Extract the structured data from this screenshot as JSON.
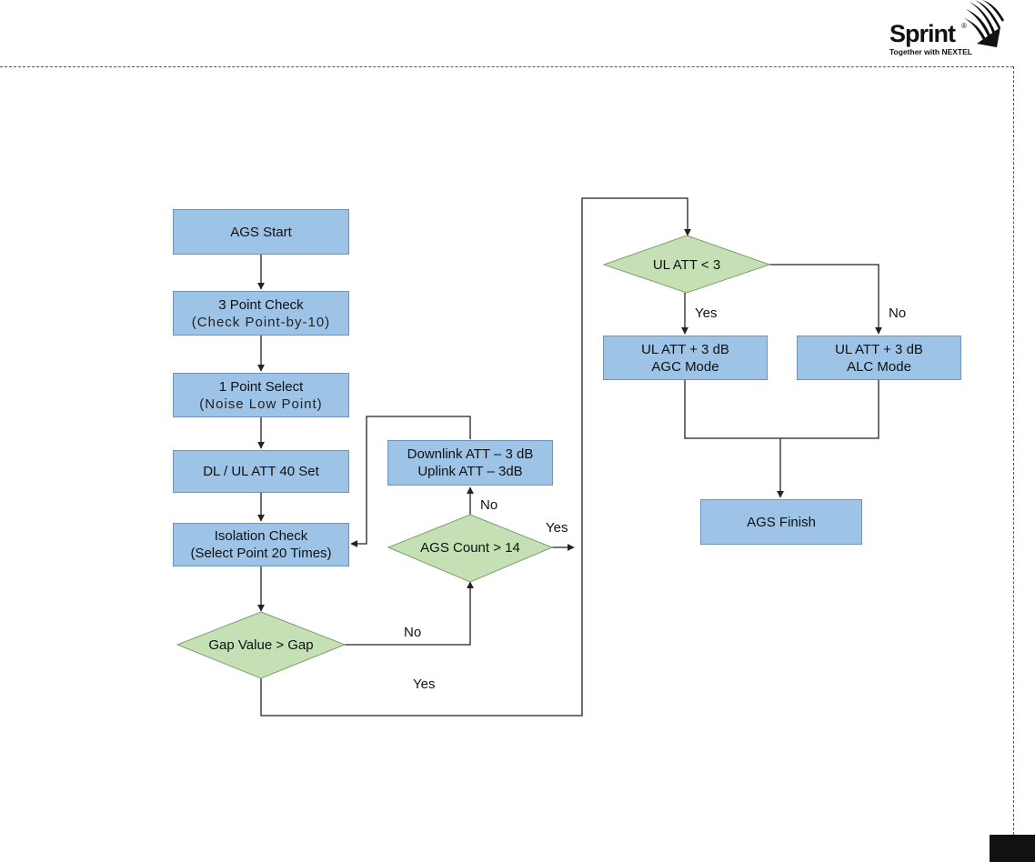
{
  "brand": {
    "name": "Sprint",
    "registered": "®",
    "tagline": "Together with NEXTEL"
  },
  "flowchart": {
    "nodes": {
      "ags_start": "AGS Start",
      "three_point_check": {
        "line1": "3 Point Check",
        "line2": "(Check Point-by-10)"
      },
      "one_point_select": {
        "line1": "1 Point Select",
        "line2": "(Noise Low Point)"
      },
      "dl_ul_att_set": "DL / UL ATT 40 Set",
      "isolation_check": {
        "line1": "Isolation Check",
        "line2": "(Select Point 20 Times)"
      },
      "gap_decision": "Gap Value > Gap",
      "ags_count_decision": "AGS Count > 14",
      "att_decrease": {
        "line1": "Downlink ATT – 3 dB",
        "line2": "Uplink ATT – 3dB"
      },
      "ul_att_decision": "UL ATT < 3",
      "agc_mode": {
        "line1": "UL ATT + 3 dB",
        "line2": "AGC Mode"
      },
      "alc_mode": {
        "line1": "UL ATT + 3 dB",
        "line2": "ALC Mode"
      },
      "ags_finish": "AGS Finish"
    },
    "edge_labels": {
      "gap_no": "No",
      "gap_yes": "Yes",
      "count_no": "No",
      "count_yes": "Yes",
      "ul_yes": "Yes",
      "ul_no": "No"
    },
    "colors": {
      "process_fill": "#9dc3e6",
      "decision_fill": "#c5e0b4",
      "line": "#222222"
    }
  }
}
